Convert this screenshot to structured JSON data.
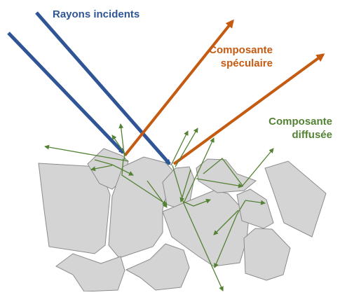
{
  "labels": {
    "incident": "Rayons incidents",
    "specular_line1": "Composante",
    "specular_line2": "spéculaire",
    "diffuse_line1": "Composante",
    "diffuse_line2": "diffusée"
  },
  "colors": {
    "incident": "#2f5597",
    "specular": "#c55a11",
    "diffuse": "#548235",
    "grain_fill": "#d4d4d4",
    "grain_stroke": "#8c8c8c"
  }
}
